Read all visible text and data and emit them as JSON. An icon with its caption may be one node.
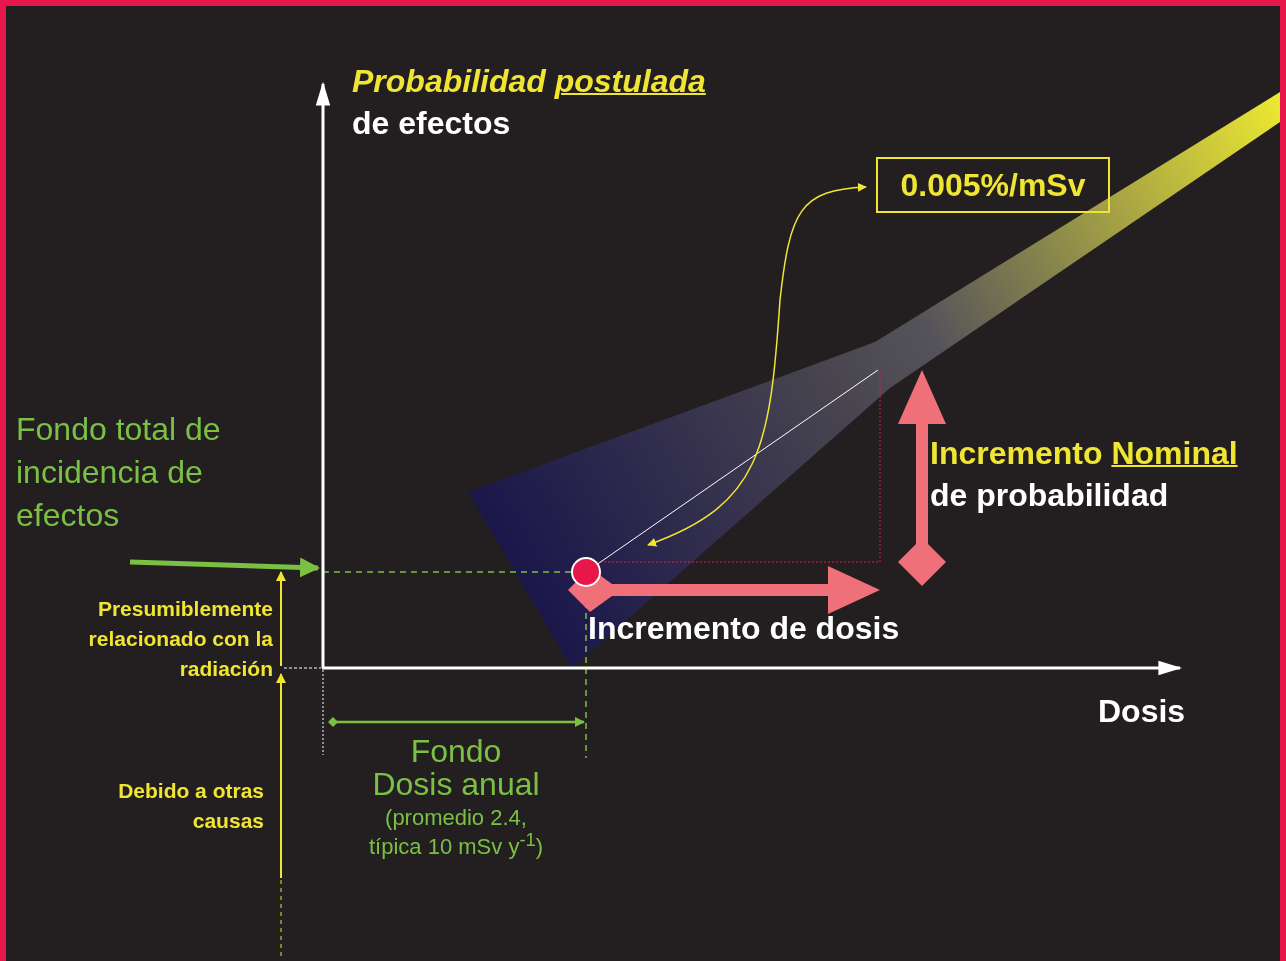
{
  "diagram": {
    "nodes": [
      {
        "text": [
          "0.005%/mSv"
        ]
      },
      {
        "text": [
          "Fondo total de incidencia de efectos"
        ]
      }
    ],
    "edges": [
      {
        "from": 0,
        "to": null,
        "arrow": "both"
      },
      {
        "from": 1,
        "to": null,
        "arrow": "to",
        "style": "thick",
        "color": "#7ac143"
      }
    ],
    "labels": [
      "Probabilidad postulada",
      "de efectos",
      "Incremento Nominal",
      "de probabilidad",
      "Incremento de dosis",
      "Dosis",
      "Presumiblemente relacionado con la radiación",
      "Debido a otras causas",
      "Fondo",
      "Dosis anual",
      "(promedio 2.4, típica 10 mSv y$^{-1}$)"
    ]
  }
}
